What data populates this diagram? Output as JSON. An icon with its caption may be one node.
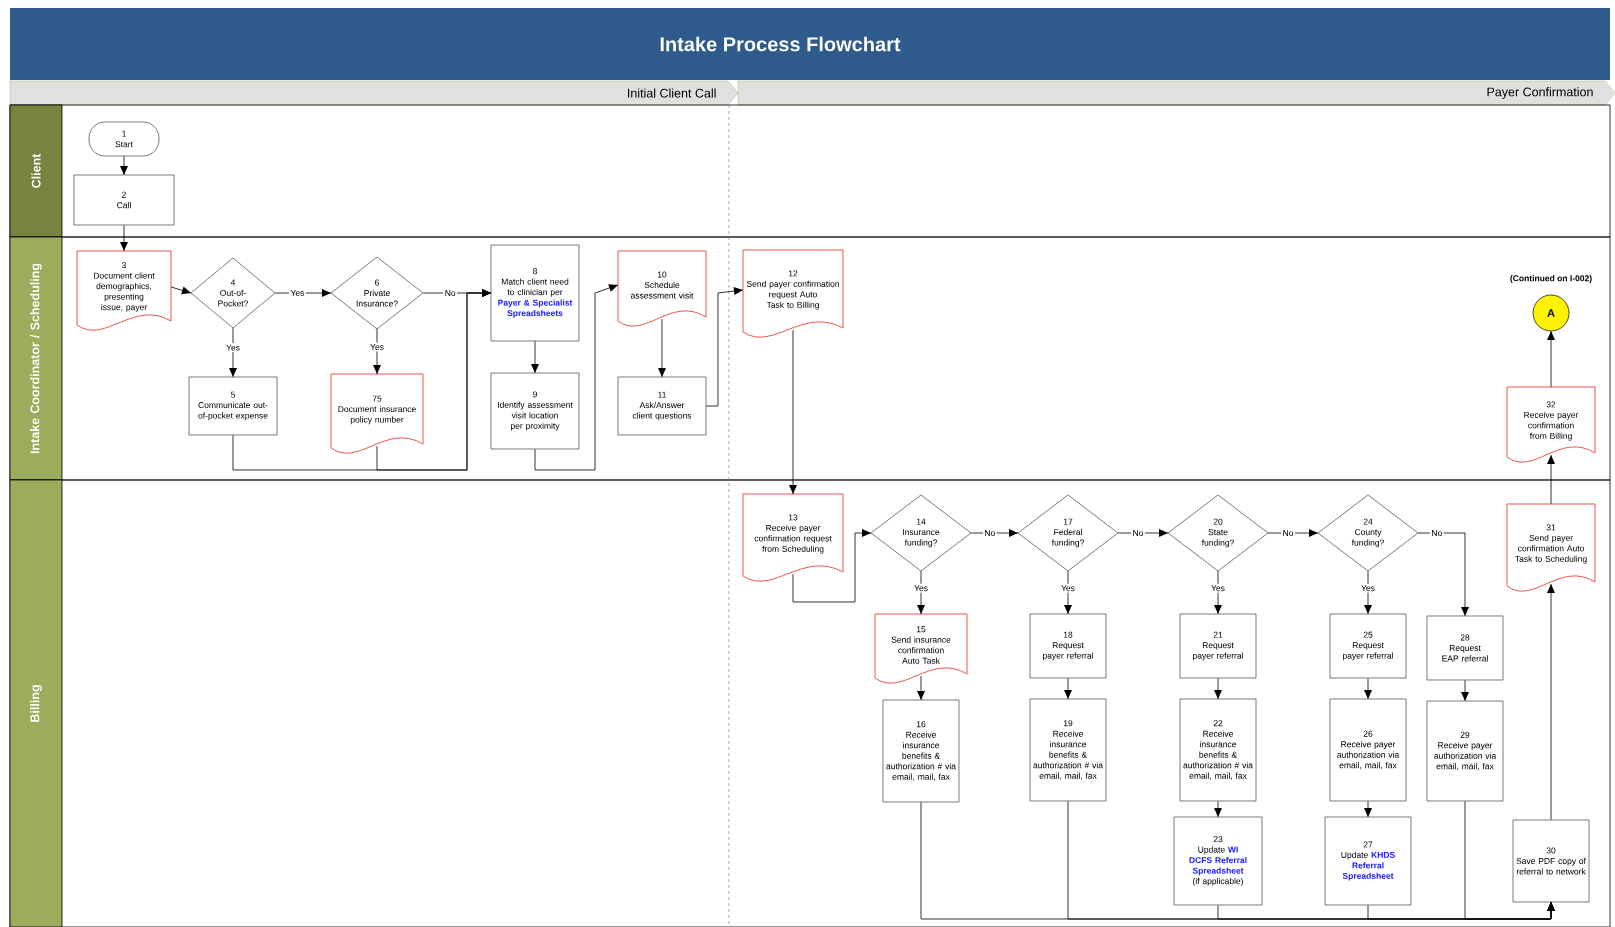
{
  "diagram": {
    "title": "Intake Process Flowchart",
    "nodes": [
      {
        "text": [
          "Initial Client Call"
        ]
      },
      {
        "text": [
          "Payer Confirmation"
        ]
      },
      {
        "text": [
          "Client"
        ]
      },
      {
        "text": [
          "1",
          "Start"
        ],
        "in": 2
      },
      {
        "text": [
          "2",
          "Call"
        ],
        "in": 2
      },
      {
        "text": [
          "Intake Coordinator / Scheduling"
        ]
      },
      {
        "text": [
          "3",
          "Document client demographics, presenting issue, payer"
        ],
        "in": 5
      },
      {
        "text": [
          "4",
          "Out-of-Pocket?"
        ],
        "in": 5
      },
      {
        "text": [
          "5",
          "Communicate out-of-pocket expense"
        ],
        "in": 5
      },
      {
        "text": [
          "6",
          "Private Insurance?"
        ],
        "in": 5
      },
      {
        "text": [
          "75",
          "Document insurance policy number"
        ],
        "in": 5
      },
      {
        "text": [
          "8",
          "Match client need to clinician per **Payer & Specialist Spreadsheets**"
        ],
        "in": 5
      },
      {
        "text": [
          "9",
          "Identify assessment visit location per proximity"
        ],
        "in": 5
      },
      {
        "text": [
          "10",
          "Schedule assessment visit"
        ],
        "in": 5
      },
      {
        "text": [
          "11",
          "Ask/Answer client questions"
        ],
        "in": 5
      },
      {
        "text": [
          "12",
          "Send payer confirmation request Auto Task to Billing"
        ],
        "in": 5
      },
      {
        "text": [
          "32",
          "Receive payer confirmation from Billing"
        ],
        "in": 5
      },
      {
        "text": [
          "A"
        ],
        "beside": [
          "(Continued on I-002)"
        ],
        "in": 5
      },
      {
        "text": [
          "Billing"
        ]
      },
      {
        "text": [
          "13",
          "Receive payer confirmation request from Scheduling"
        ],
        "in": 18
      },
      {
        "text": [
          "14",
          "Insurance funding?"
        ],
        "in": 18
      },
      {
        "text": [
          "15",
          "Send insurance confirmation Auto Task"
        ],
        "in": 18
      },
      {
        "text": [
          "16",
          "Receive insurance benefits & authorization # via email, mail, fax"
        ],
        "in": 18
      },
      {
        "text": [
          "17",
          "Federal funding?"
        ],
        "in": 18
      },
      {
        "text": [
          "18",
          "Request payer referral"
        ],
        "in": 18
      },
      {
        "text": [
          "19",
          "Receive insurance benefits & authorization # via email, mail, fax"
        ],
        "in": 18
      },
      {
        "text": [
          "20",
          "State funding?"
        ],
        "in": 18
      },
      {
        "text": [
          "21",
          "Request payer referral"
        ],
        "in": 18
      },
      {
        "text": [
          "22",
          "Receive insurance benefits & authorization # via email, mail, fax"
        ],
        "in": 18
      },
      {
        "text": [
          "23",
          "Update **WI DCFS Referral Spreadsheet** (if applicable)"
        ],
        "in": 18
      },
      {
        "text": [
          "24",
          "County funding?"
        ],
        "in": 18
      },
      {
        "text": [
          "25",
          "Request payer referral"
        ],
        "in": 18
      },
      {
        "text": [
          "26",
          "Receive payer authorization via email, mail, fax"
        ],
        "in": 18
      },
      {
        "text": [
          "27",
          "Update **KHDS Referral Spreadsheet**"
        ],
        "in": 18
      },
      {
        "text": [
          "28",
          "Request EAP referral"
        ],
        "in": 18
      },
      {
        "text": [
          "29",
          "Receive payer authorization via email, mail, fax"
        ],
        "in": 18
      },
      {
        "text": [
          "31",
          "Send payer confirmation Auto Task to Scheduling"
        ],
        "in": 18
      },
      {
        "text": [
          "30",
          "Save PDF copy of referral to network"
        ],
        "in": 18
      }
    ],
    "edges": [
      {
        "from": 3,
        "to": 4,
        "arrow": "to"
      },
      {
        "from": 4,
        "to": 6,
        "arrow": "to"
      },
      {
        "from": 6,
        "to": 7,
        "arrow": "to"
      },
      {
        "from": 7,
        "to": 9,
        "arrow": "to",
        "label": "Yes"
      },
      {
        "from": 7,
        "to": 8,
        "arrow": "to",
        "label": "Yes"
      },
      {
        "from": 9,
        "to": 11,
        "arrow": "to",
        "label": "No"
      },
      {
        "from": 9,
        "to": 10,
        "arrow": "to",
        "label": "Yes"
      },
      {
        "from": 8,
        "to": 11,
        "arrow": "to"
      },
      {
        "from": 10,
        "to": 11,
        "arrow": "to"
      },
      {
        "from": 11,
        "to": 12,
        "arrow": "to"
      },
      {
        "from": 12,
        "to": 13,
        "arrow": "to"
      },
      {
        "from": 13,
        "to": 14,
        "arrow": "to"
      },
      {
        "from": 14,
        "to": 15,
        "arrow": "to"
      },
      {
        "from": 15,
        "to": 19,
        "arrow": "to"
      },
      {
        "from": 19,
        "to": 20,
        "arrow": "to"
      },
      {
        "from": 20,
        "to": 21,
        "arrow": "to",
        "label": "Yes"
      },
      {
        "from": 20,
        "to": 23,
        "arrow": "to",
        "label": "No"
      },
      {
        "from": 23,
        "to": 24,
        "arrow": "to",
        "label": "Yes"
      },
      {
        "from": 23,
        "to": 26,
        "arrow": "to",
        "label": "No"
      },
      {
        "from": 26,
        "to": 27,
        "arrow": "to",
        "label": "Yes"
      },
      {
        "from": 26,
        "to": 30,
        "arrow": "to",
        "label": "No"
      },
      {
        "from": 30,
        "to": 31,
        "arrow": "to",
        "label": "Yes"
      },
      {
        "from": 30,
        "to": 34,
        "arrow": "to",
        "label": "No"
      },
      {
        "from": 21,
        "to": 22,
        "arrow": "to"
      },
      {
        "from": 22,
        "to": 37,
        "arrow": "to"
      },
      {
        "from": 24,
        "to": 25,
        "arrow": "to"
      },
      {
        "from": 25,
        "to": 37,
        "arrow": "to"
      },
      {
        "from": 27,
        "to": 28,
        "arrow": "to"
      },
      {
        "from": 28,
        "to": 29,
        "arrow": "to"
      },
      {
        "from": 29,
        "to": 37,
        "arrow": "to"
      },
      {
        "from": 31,
        "to": 32,
        "arrow": "to"
      },
      {
        "from": 32,
        "to": 33,
        "arrow": "to"
      },
      {
        "from": 33,
        "to": 37,
        "arrow": "to"
      },
      {
        "from": 34,
        "to": 35,
        "arrow": "to"
      },
      {
        "from": 35,
        "to": 37,
        "arrow": "to"
      },
      {
        "from": 37,
        "to": 36,
        "arrow": "to"
      },
      {
        "from": 36,
        "to": 16,
        "arrow": "to"
      },
      {
        "from": 16,
        "to": 17,
        "arrow": "to"
      }
    ]
  }
}
